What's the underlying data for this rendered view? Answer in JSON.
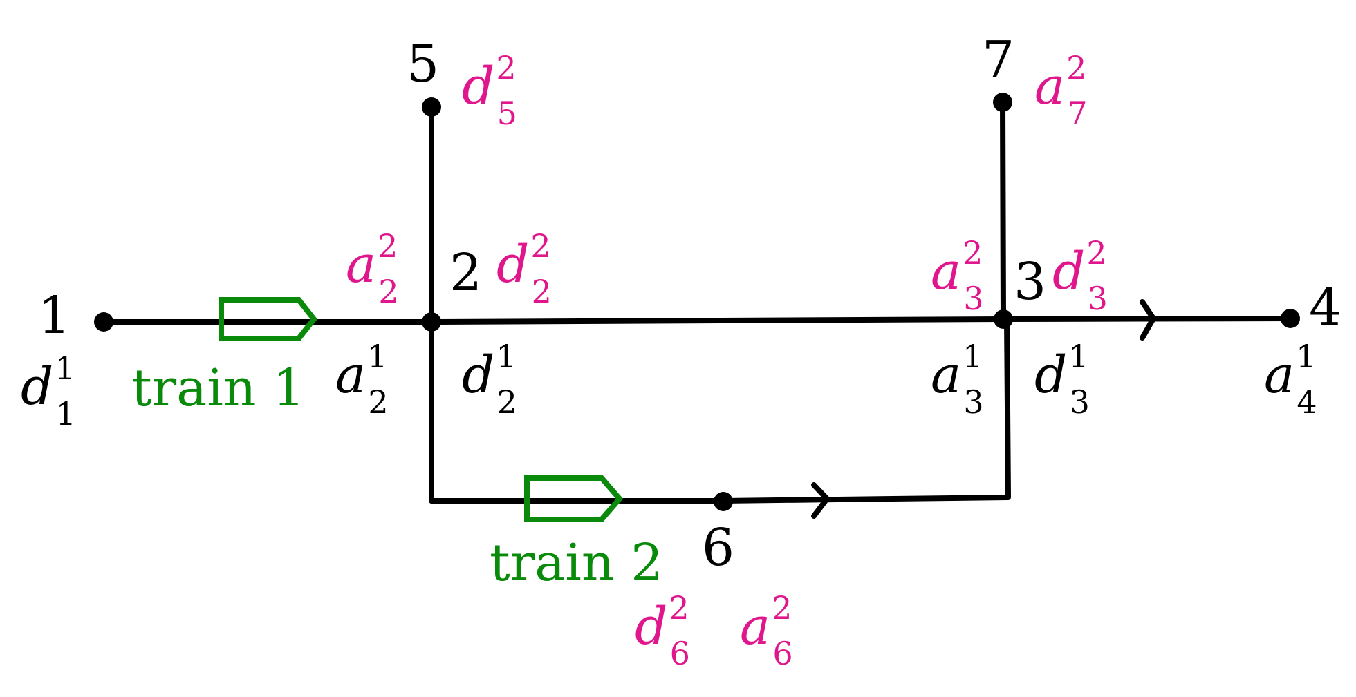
{
  "colors": {
    "track": "#000000",
    "train": "#0a8a0a",
    "train1_events": "#000000",
    "train2_events": "#e0168c"
  },
  "nodes": [
    {
      "id": "n1",
      "label": "1"
    },
    {
      "id": "n2",
      "label": "2"
    },
    {
      "id": "n3",
      "label": "3"
    },
    {
      "id": "n4",
      "label": "4"
    },
    {
      "id": "n5",
      "label": "5"
    },
    {
      "id": "n6",
      "label": "6"
    },
    {
      "id": "n7",
      "label": "7"
    }
  ],
  "trains": [
    {
      "id": "train1",
      "label": "train 1"
    },
    {
      "id": "train2",
      "label": "train 2"
    }
  ],
  "events": [
    {
      "id": "d1_1",
      "base": "d",
      "sub": "1",
      "sup": "1",
      "train": 1
    },
    {
      "id": "a2_1",
      "base": "a",
      "sub": "2",
      "sup": "1",
      "train": 1
    },
    {
      "id": "d2_1",
      "base": "d",
      "sub": "2",
      "sup": "1",
      "train": 1
    },
    {
      "id": "a3_1",
      "base": "a",
      "sub": "3",
      "sup": "1",
      "train": 1
    },
    {
      "id": "d3_1",
      "base": "d",
      "sub": "3",
      "sup": "1",
      "train": 1
    },
    {
      "id": "a4_1",
      "base": "a",
      "sub": "4",
      "sup": "1",
      "train": 1
    },
    {
      "id": "d5_2",
      "base": "d",
      "sub": "5",
      "sup": "2",
      "train": 2
    },
    {
      "id": "a7_2",
      "base": "a",
      "sub": "7",
      "sup": "2",
      "train": 2
    },
    {
      "id": "a2_2",
      "base": "a",
      "sub": "2",
      "sup": "2",
      "train": 2
    },
    {
      "id": "d2_2",
      "base": "d",
      "sub": "2",
      "sup": "2",
      "train": 2
    },
    {
      "id": "a3_2",
      "base": "a",
      "sub": "3",
      "sup": "2",
      "train": 2
    },
    {
      "id": "d3_2",
      "base": "d",
      "sub": "3",
      "sup": "2",
      "train": 2
    },
    {
      "id": "d6_2",
      "base": "d",
      "sub": "6",
      "sup": "2",
      "train": 2
    },
    {
      "id": "a6_2",
      "base": "a",
      "sub": "6",
      "sup": "2",
      "train": 2
    }
  ]
}
